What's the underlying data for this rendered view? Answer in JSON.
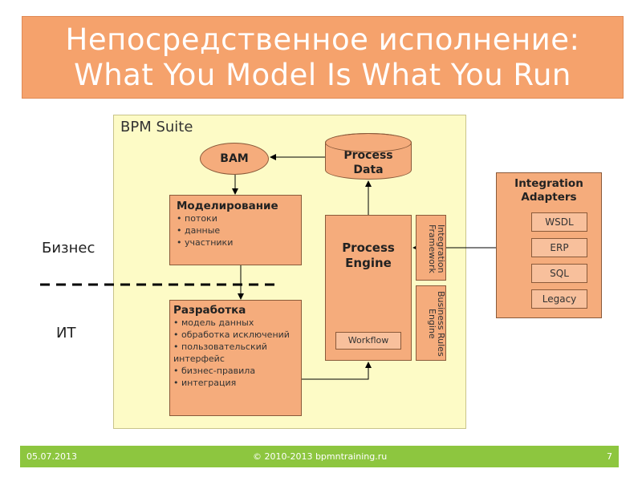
{
  "title": {
    "line1": "Непосредственное исполнение:",
    "line2": "What You Model Is What You Run"
  },
  "suite": {
    "label": "BPM Suite"
  },
  "bam": "BAM",
  "process_data": {
    "line1": "Process",
    "line2": "Data"
  },
  "modeling": {
    "title": "Моделирование",
    "items": [
      "потоки",
      "данные",
      "участники"
    ]
  },
  "development": {
    "title": "Разработка",
    "items": [
      "модель данных",
      "обработка исключений",
      "пользовательский интерфейс",
      "бизнес-правила",
      "интеграция"
    ]
  },
  "process_engine": {
    "line1": "Process",
    "line2": "Engine",
    "workflow": "Workflow"
  },
  "integration_framework": "Integration Framework",
  "business_rules_engine": "Business Rules Engine",
  "adapters": {
    "title_line1": "Integration",
    "title_line2": "Adapters",
    "items": [
      "WSDL",
      "ERP",
      "SQL",
      "Legacy"
    ]
  },
  "side": {
    "business": "Бизнес",
    "it": "ИТ"
  },
  "footer": {
    "date": "05.07.2013",
    "copyright": "© 2010-2013 bpmntraining.ru",
    "page": "7"
  },
  "colors": {
    "title_bg": "#f5a26c",
    "box": "#f5ac7c",
    "suite_bg": "#fdfbc6",
    "footer": "#8dc63f"
  }
}
